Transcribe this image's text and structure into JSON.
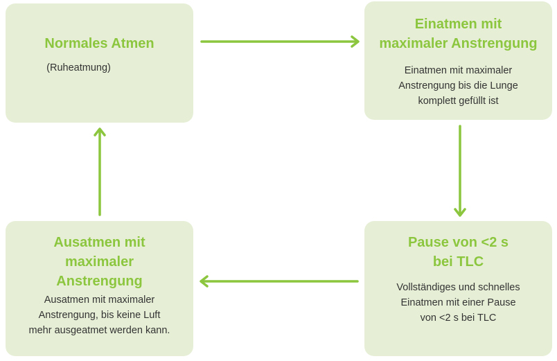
{
  "colors": {
    "box_background": "#e6efd6",
    "accent": "#8cc63f",
    "text": "#333333"
  },
  "nodes": {
    "normal": {
      "title": "Normales Atmen",
      "subtitle": "(Ruheatmung)"
    },
    "inhale": {
      "title_line1": "Einatmen mit",
      "title_line2": "maximaler Anstrengung",
      "text_line1": "Einatmen mit maximaler",
      "text_line2": "Anstrengung bis die Lunge",
      "text_line3": "komplett gefüllt ist"
    },
    "pause": {
      "title_line1": "Pause von <2 s",
      "title_line2": "bei TLC",
      "text_line1": "Vollständiges und schnelles",
      "text_line2": "Einatmen mit einer Pause",
      "text_line3": "von <2 s bei TLC"
    },
    "exhale": {
      "title_line1": "Ausatmen mit",
      "title_line2": "maximaler",
      "title_line3": "Anstrengung",
      "text_line1": "Ausatmen mit maximaler",
      "text_line2": "Anstrengung, bis keine Luft",
      "text_line3": "mehr ausgeatmet werden kann."
    }
  }
}
